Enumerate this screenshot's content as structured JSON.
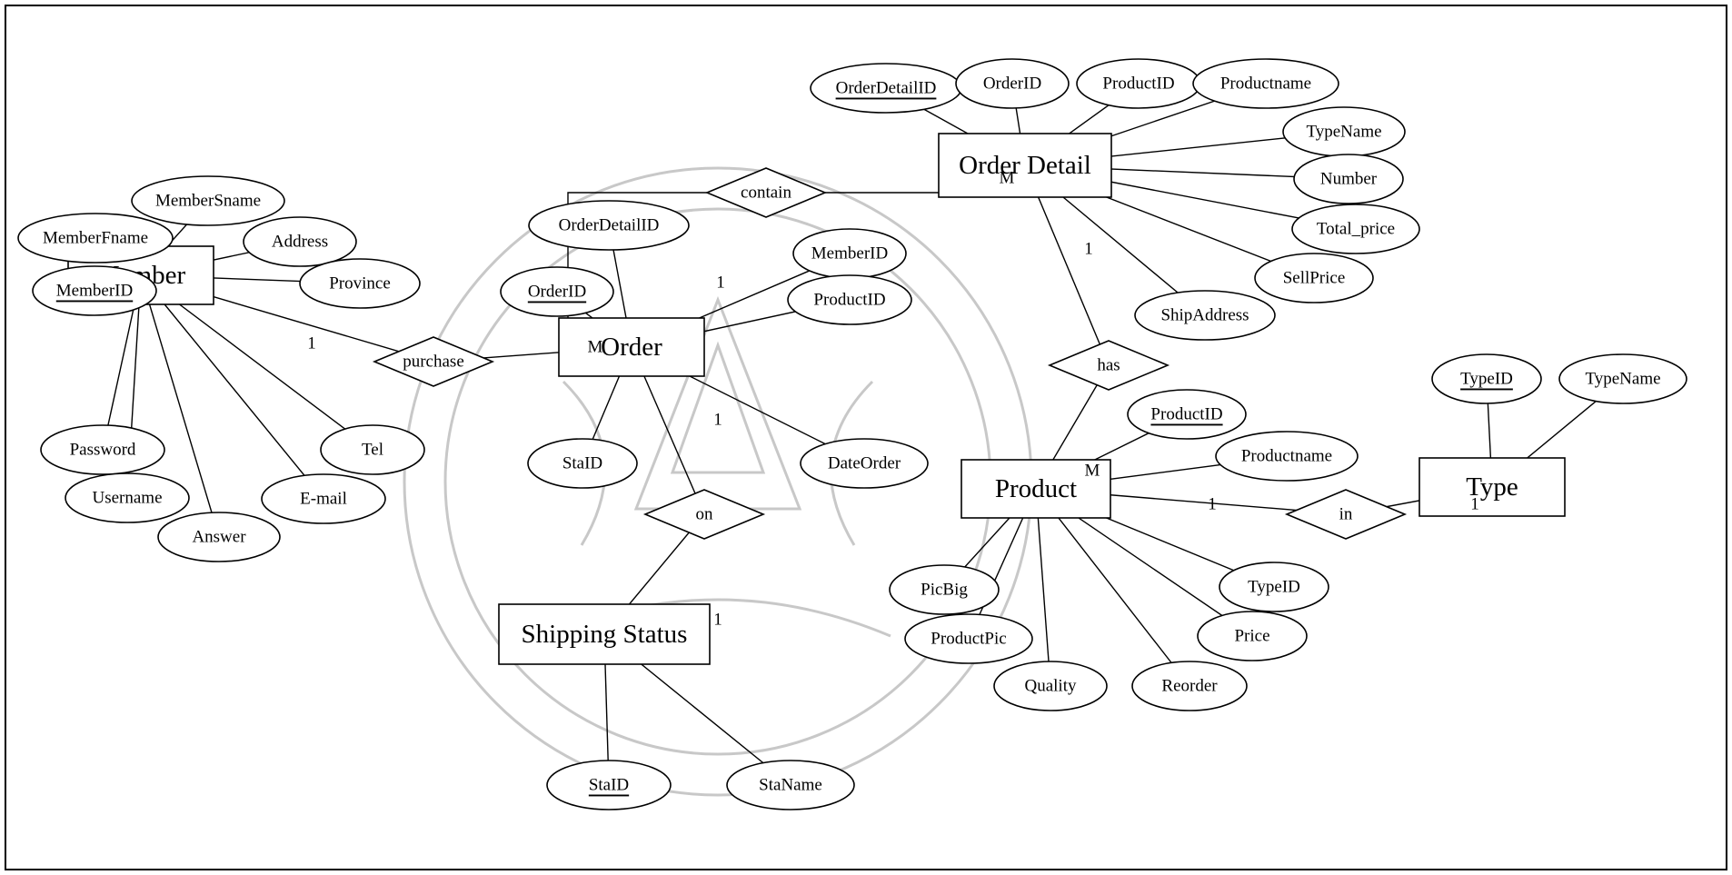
{
  "entities": [
    {
      "id": "member",
      "label": "Member"
    },
    {
      "id": "order",
      "label": "Order"
    },
    {
      "id": "order_detail",
      "label": "Order Detail"
    },
    {
      "id": "product",
      "label": "Product"
    },
    {
      "id": "shipping_status",
      "label": "Shipping Status"
    },
    {
      "id": "type",
      "label": "Type"
    }
  ],
  "relationships": [
    {
      "id": "purchase",
      "label": "purchase"
    },
    {
      "id": "contain",
      "label": "contain"
    },
    {
      "id": "on",
      "label": "on"
    },
    {
      "id": "has",
      "label": "has"
    },
    {
      "id": "in",
      "label": "in"
    }
  ],
  "attributes": [
    {
      "id": "m_memberid",
      "label": "MemberID",
      "key": true
    },
    {
      "id": "m_memberfname",
      "label": "MemberFname",
      "key": false
    },
    {
      "id": "m_membersname",
      "label": "MemberSname",
      "key": false
    },
    {
      "id": "m_address",
      "label": "Address",
      "key": false
    },
    {
      "id": "m_province",
      "label": "Province",
      "key": false
    },
    {
      "id": "m_password",
      "label": "Password",
      "key": false
    },
    {
      "id": "m_username",
      "label": "Username",
      "key": false
    },
    {
      "id": "m_answer",
      "label": "Answer",
      "key": false
    },
    {
      "id": "m_email",
      "label": "E-mail",
      "key": false
    },
    {
      "id": "m_tel",
      "label": "Tel",
      "key": false
    },
    {
      "id": "o_orderdetailid",
      "label": "OrderDetailID",
      "key": false
    },
    {
      "id": "o_orderid",
      "label": "OrderID",
      "key": true
    },
    {
      "id": "o_memberid",
      "label": "MemberID",
      "key": false
    },
    {
      "id": "o_productid",
      "label": "ProductID",
      "key": false
    },
    {
      "id": "o_staid",
      "label": "StaID",
      "key": false
    },
    {
      "id": "o_dateorder",
      "label": "DateOrder",
      "key": false
    },
    {
      "id": "od_orderdetailid",
      "label": "OrderDetailID",
      "key": true
    },
    {
      "id": "od_orderid",
      "label": "OrderID",
      "key": false
    },
    {
      "id": "od_productid",
      "label": "ProductID",
      "key": false
    },
    {
      "id": "od_productname",
      "label": "Productname",
      "key": false
    },
    {
      "id": "od_typename",
      "label": "TypeName",
      "key": false
    },
    {
      "id": "od_number",
      "label": "Number",
      "key": false
    },
    {
      "id": "od_totalprice",
      "label": "Total_price",
      "key": false
    },
    {
      "id": "od_sellprice",
      "label": "SellPrice",
      "key": false
    },
    {
      "id": "od_shipaddress",
      "label": "ShipAddress",
      "key": false
    },
    {
      "id": "p_productid",
      "label": "ProductID",
      "key": true
    },
    {
      "id": "p_productname",
      "label": "Productname",
      "key": false
    },
    {
      "id": "p_typeid",
      "label": "TypeID",
      "key": false
    },
    {
      "id": "p_price",
      "label": "Price",
      "key": false
    },
    {
      "id": "p_reorder",
      "label": "Reorder",
      "key": false
    },
    {
      "id": "p_quality",
      "label": "Quality",
      "key": false
    },
    {
      "id": "p_productpic",
      "label": "ProductPic",
      "key": false
    },
    {
      "id": "p_picbig",
      "label": "PicBig",
      "key": false
    },
    {
      "id": "t_typeid",
      "label": "TypeID",
      "key": true
    },
    {
      "id": "t_typename",
      "label": "TypeName",
      "key": false
    },
    {
      "id": "s_staid",
      "label": "StaID",
      "key": true
    },
    {
      "id": "s_staname",
      "label": "StaName",
      "key": false
    }
  ],
  "cardinalities": [
    {
      "id": "member_purchase",
      "label": "1"
    },
    {
      "id": "order_purchase",
      "label": "M"
    },
    {
      "id": "order_contain",
      "label": "1"
    },
    {
      "id": "orderdetail_contain",
      "label": "M"
    },
    {
      "id": "orderdetail_has",
      "label": "1"
    },
    {
      "id": "product_has",
      "label": "M"
    },
    {
      "id": "order_on",
      "label": "1"
    },
    {
      "id": "shipping_on",
      "label": "1"
    },
    {
      "id": "product_in",
      "label": "1"
    },
    {
      "id": "type_in",
      "label": "1"
    }
  ],
  "colors": {
    "ink": "#000000",
    "background": "#ffffff",
    "watermark": "#c8c8c8"
  }
}
